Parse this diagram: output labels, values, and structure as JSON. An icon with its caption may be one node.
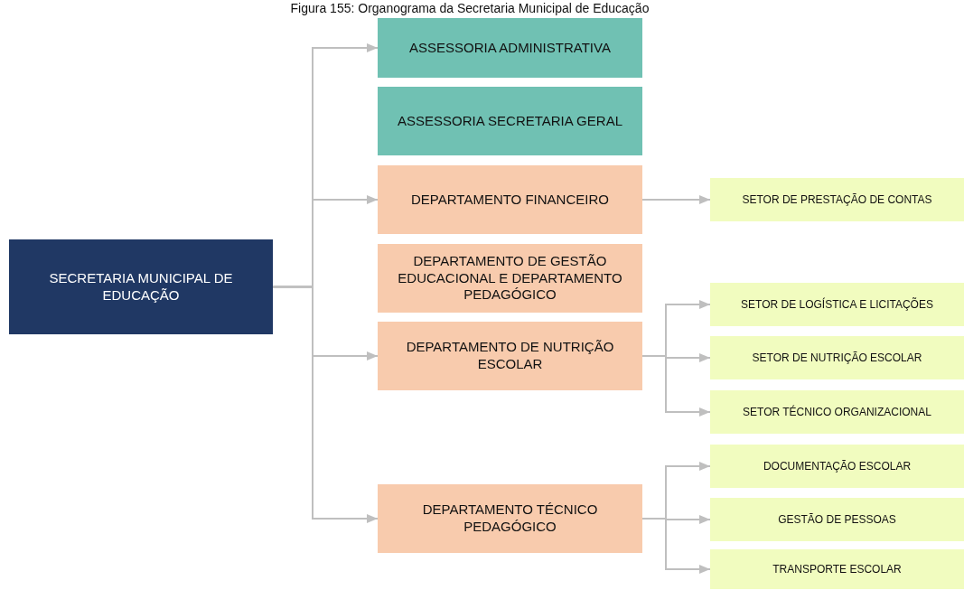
{
  "diagram": {
    "title": "Figura 155: Organograma da Secretaria Municipal de Educação",
    "nodes": [
      {
        "text": [
          "SECRETARIA MUNICIPAL DE EDUCAÇÃO"
        ]
      },
      {
        "text": [
          "ASSESSORIA ADMINISTRATIVA"
        ]
      },
      {
        "text": [
          "ASSESSORIA SECRETARIA GERAL"
        ]
      },
      {
        "text": [
          "DEPARTAMENTO FINANCEIRO"
        ]
      },
      {
        "text": [
          "DEPARTAMENTO DE GESTÃO EDUCACIONAL E DEPARTAMENTO PEDAGÓGICO"
        ]
      },
      {
        "text": [
          "DEPARTAMENTO DE NUTRIÇÃO ESCOLAR"
        ]
      },
      {
        "text": [
          "DEPARTAMENTO TÉCNICO PEDAGÓGICO"
        ]
      },
      {
        "text": [
          "SETOR DE PRESTAÇÃO DE CONTAS"
        ]
      },
      {
        "text": [
          "SETOR DE LOGÍSTICA E LICITAÇÕES"
        ]
      },
      {
        "text": [
          "SETOR DE NUTRIÇÃO ESCOLAR"
        ]
      },
      {
        "text": [
          "SETOR TÉCNICO ORGANIZACIONAL"
        ]
      },
      {
        "text": [
          "DOCUMENTAÇÃO ESCOLAR"
        ]
      },
      {
        "text": [
          "GESTÃO DE PESSOAS"
        ]
      },
      {
        "text": [
          "TRANSPORTE ESCOLAR"
        ]
      }
    ],
    "edges": [
      {
        "from": 0,
        "to": 1,
        "arrow": "to"
      },
      {
        "from": 0,
        "to": 3,
        "arrow": "to"
      },
      {
        "from": 0,
        "to": 5,
        "arrow": "to"
      },
      {
        "from": 0,
        "to": 6,
        "arrow": "to"
      },
      {
        "from": 3,
        "to": 7,
        "arrow": "to"
      },
      {
        "from": 5,
        "to": 8,
        "arrow": "to"
      },
      {
        "from": 5,
        "to": 9,
        "arrow": "to"
      },
      {
        "from": 5,
        "to": 10,
        "arrow": "to"
      },
      {
        "from": 6,
        "to": 11,
        "arrow": "to"
      },
      {
        "from": 6,
        "to": 12,
        "arrow": "to"
      },
      {
        "from": 6,
        "to": 13,
        "arrow": "to"
      }
    ]
  }
}
